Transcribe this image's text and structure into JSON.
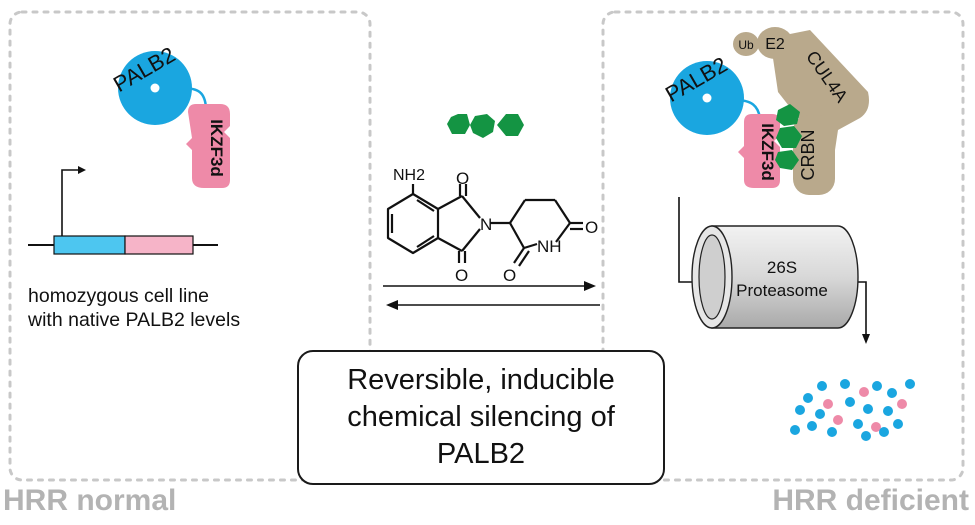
{
  "left_panel": {
    "footer_label": "HRR normal",
    "protein_label": "PALB2",
    "tag_label": "IKZF3d",
    "caption_lines": [
      "homozygous cell line",
      "with native PALB2 levels"
    ]
  },
  "center": {
    "amine_label": "NH2",
    "carbonyl_label": "O",
    "imide_label": "NH",
    "callout_lines": [
      "Reversible, inducible",
      "chemical silencing of",
      "PALB2"
    ]
  },
  "right_panel": {
    "footer_label": "HRR deficient",
    "protein_label": "PALB2",
    "tag_label": "IKZF3d",
    "ub_label": "Ub",
    "e2_label": "E2",
    "cul4a_label": "CUL4A",
    "crbn_label": "CRBN",
    "proteasome_lines": [
      "26S",
      "Proteasome"
    ]
  },
  "colors": {
    "palb2": "#1aa6e0",
    "ikzf3d": "#ee8aa8",
    "degrader": "#149443",
    "ligase": "#b9a98c",
    "dashed_frame": "#c8c8c8",
    "footer_text": "#b3b3b3"
  }
}
